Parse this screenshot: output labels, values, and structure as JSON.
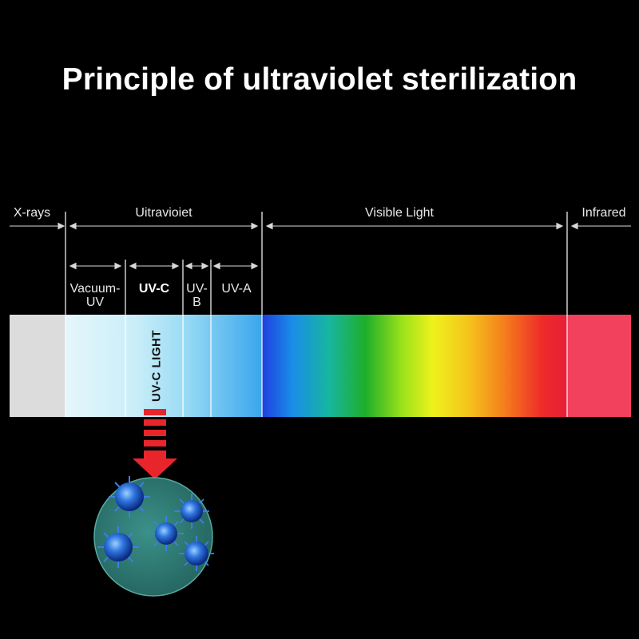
{
  "title": "Principle of ultraviolet sterilization",
  "regions": {
    "xrays": "X-rays",
    "ultraviolet": "Uitravioiet",
    "visible": "Visible Light",
    "infrared": "Infrared"
  },
  "uv_bands": {
    "vacuum_line1": "Vacuum-",
    "vacuum_line2": "UV",
    "uvc": "UV-C",
    "uvb_line1": "UV-",
    "uvb_line2": "B",
    "uva": "UV-A"
  },
  "uvc_light_label": "UV-C LIGHT",
  "colors": {
    "background": "#000000",
    "xray_band": "#dcdcdc",
    "infrared_band": "#f2415c",
    "arrow_red": "#e8252b",
    "cell_fill": "#2f7f78",
    "virus_blue": "#1f5fd6"
  }
}
